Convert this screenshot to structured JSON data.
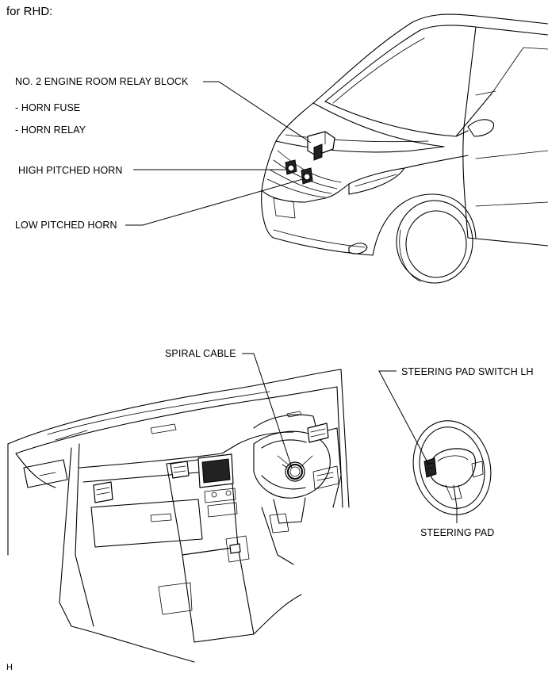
{
  "header": {
    "title": "for RHD:"
  },
  "top_callouts": {
    "relay_block": "NO. 2 ENGINE ROOM RELAY BLOCK",
    "horn_fuse": "- HORN FUSE",
    "horn_relay": "- HORN RELAY",
    "high_horn": "HIGH PITCHED HORN",
    "low_horn": "LOW PITCHED HORN"
  },
  "bottom_callouts": {
    "spiral_cable": "SPIRAL CABLE",
    "steering_pad_switch": "STEERING PAD SWITCH LH",
    "steering_pad": "STEERING PAD"
  },
  "footer": {
    "code": "H"
  }
}
